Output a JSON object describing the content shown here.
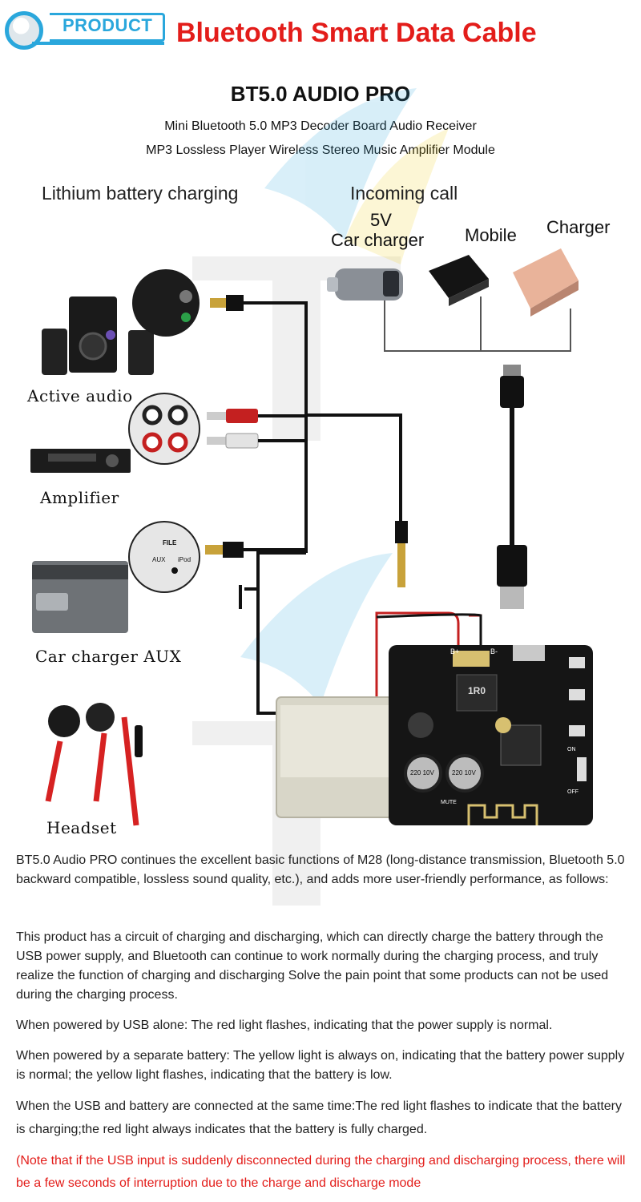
{
  "header": {
    "logo_label": "PRODUCT",
    "title": "Bluetooth Smart Data Cable"
  },
  "intro": {
    "heading": "BT5.0 AUDIO PRO",
    "line1": "Mini Bluetooth 5.0 MP3 Decoder Board   Audio Receiver",
    "line2": "MP3 Lossless Player Wireless Stereo Music Amplifier Module"
  },
  "diagram": {
    "label_battery": "Lithium battery charging",
    "label_call": "Incoming call",
    "label_5v": "5V",
    "label_car_charger": "Car charger",
    "label_mobile": "Mobile",
    "label_charger": "Charger",
    "label_active_audio": "Active audio",
    "label_amplifier": "Amplifier",
    "label_car_aux": "Car charger AUX",
    "label_headset": "Headset",
    "jack_file": "FILE",
    "jack_aux": "AUX",
    "jack_ipod": "iPod",
    "board_bplus": "B+",
    "board_bminus": "B-",
    "board_inductor": "1R0",
    "board_cap_left": "220 10V",
    "board_cap_right": "220 10V",
    "board_mute": "MUTE",
    "board_on": "ON",
    "board_off": "OFF",
    "colors": {
      "red": "#e31d1a",
      "blue": "#2aa7dc",
      "cable": "#111111"
    }
  },
  "body": {
    "p1": "BT5.0 Audio PRO continues the excellent basic functions of M28 (long-distance transmission, Bluetooth 5.0 backward compatible, lossless sound quality, etc.), and adds more user-friendly performance, as follows:",
    "p2": "This product has a circuit of charging and discharging, which can directly charge the battery through the USB power supply, and Bluetooth can continue to work normally during the charging process, and truly realize the function of charging and discharging Solve the pain point that some products can not be used during the charging process.",
    "p3": "When powered by USB alone: The red light flashes, indicating that the power supply is normal.",
    "p4": "When powered by a separate battery: The yellow light is always on, indicating that the battery power supply is normal; the yellow light flashes, indicating that the battery is low.",
    "p5": "When the USB and battery are connected at the same time:The red light flashes to indicate that the battery is charging;the red light always indicates that the battery is fully charged.",
    "p6": "(Note that if the USB input is suddenly disconnected during the charging and discharging process, there will be a few seconds of interruption due to the charge and discharge mode"
  }
}
